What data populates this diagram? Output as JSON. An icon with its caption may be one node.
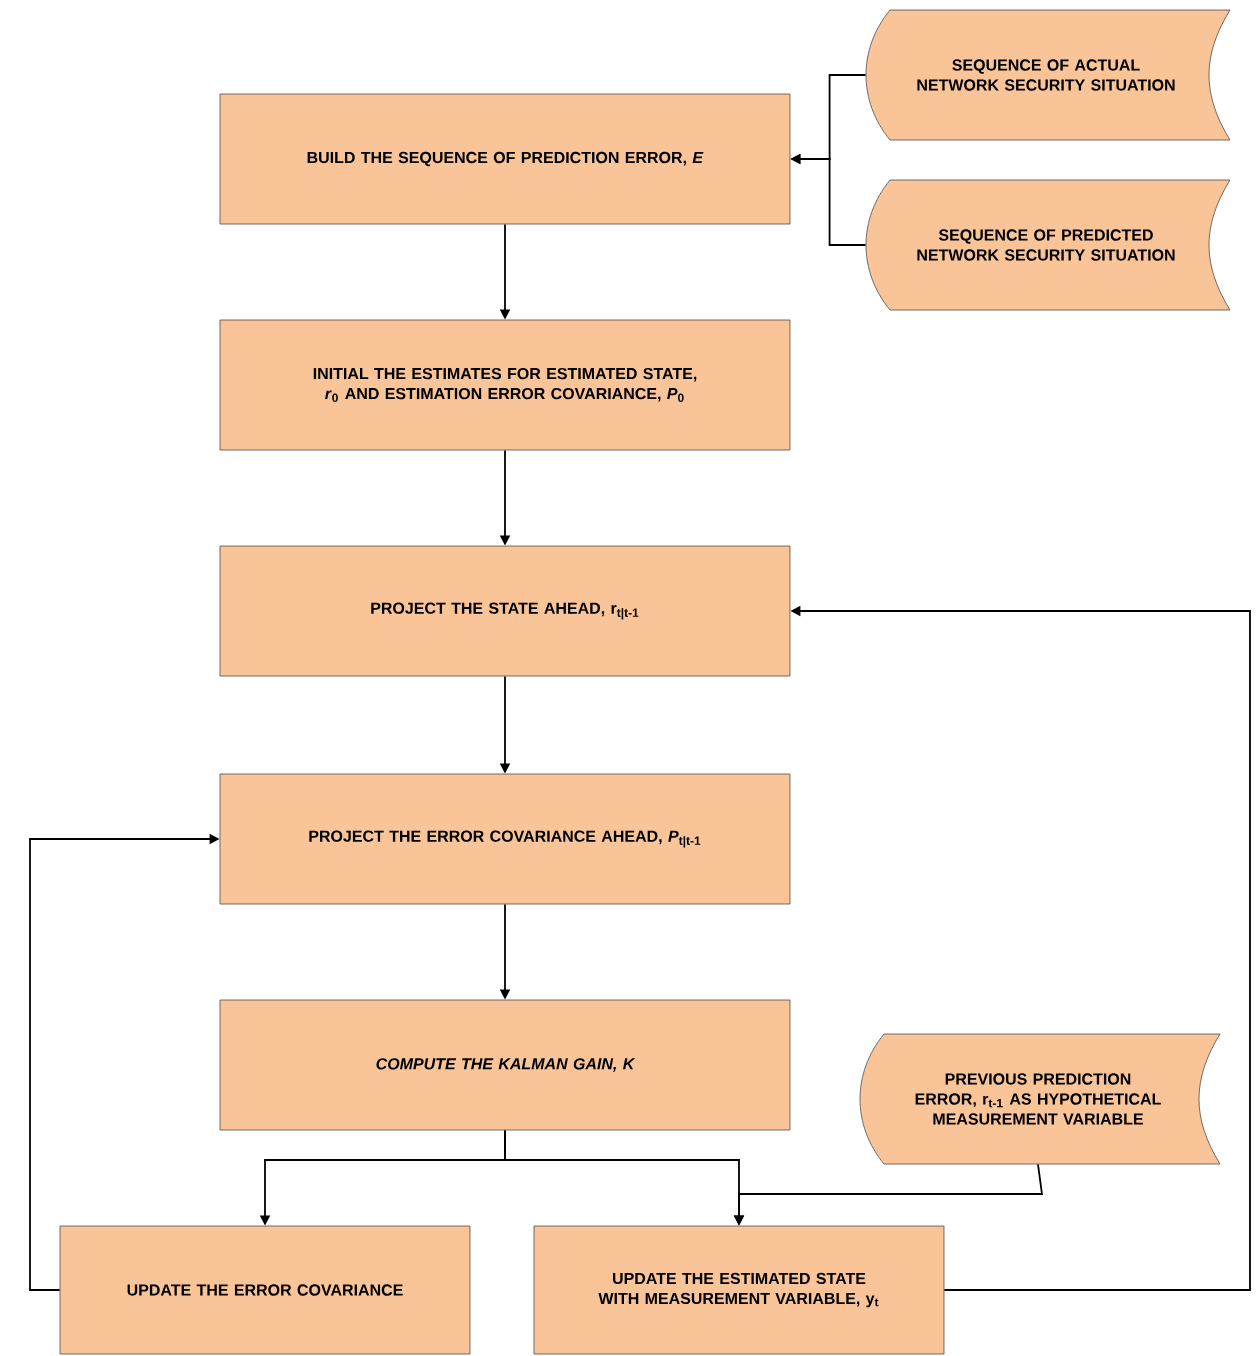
{
  "diagram": {
    "nodes": [
      {
        "text": [
          "BUILD THE SEQUENCE OF PREDICTION ERROR, *E*"
        ]
      },
      {
        "text": [
          "SEQUENCE OF ACTUAL NETWORK SECURITY SITUATION"
        ]
      },
      {
        "text": [
          "SEQUENCE OF PREDICTED NETWORK SECURITY SITUATION"
        ]
      },
      {
        "text": [
          "INITIAL THE ESTIMATES FOR ESTIMATED STATE, *r*$_{0}$ AND ESTIMATION ERROR COVARIANCE, *P*$_{0}$"
        ]
      },
      {
        "text": [
          "PROJECT THE STATE AHEAD, r$_{t|t-1}$"
        ]
      },
      {
        "text": [
          "PROJECT THE ERROR COVARIANCE AHEAD, *P*$_{t|t-1}$"
        ]
      },
      {
        "text": [
          "COMPUTE THE KALMAN GAIN, K"
        ]
      },
      {
        "text": [
          "PREVIOUS PREDICTION ERROR, r$_{t-1}$ AS HYPOTHETICAL MEASUREMENT VARIABLE"
        ]
      },
      {
        "text": [
          "UPDATE THE ERROR COVARIANCE"
        ]
      },
      {
        "text": [
          "UPDATE THE ESTIMATED STATE WITH MEASUREMENT VARIABLE, y$_{t}$"
        ]
      }
    ],
    "edges": [
      {
        "from": 1,
        "to": 0,
        "arrow": "to"
      },
      {
        "from": 2,
        "to": 0,
        "arrow": "to"
      },
      {
        "from": 0,
        "to": 3,
        "arrow": "to"
      },
      {
        "from": 3,
        "to": 4,
        "arrow": "to"
      },
      {
        "from": 4,
        "to": 5,
        "arrow": "to"
      },
      {
        "from": 5,
        "to": 6,
        "arrow": "to"
      },
      {
        "from": 6,
        "to": 8,
        "arrow": "to"
      },
      {
        "from": 6,
        "to": 9,
        "arrow": "to"
      },
      {
        "from": 7,
        "to": 9,
        "arrow": "to"
      },
      {
        "from": 8,
        "to": 5,
        "arrow": "to"
      },
      {
        "from": 9,
        "to": 4,
        "arrow": "to"
      }
    ]
  }
}
